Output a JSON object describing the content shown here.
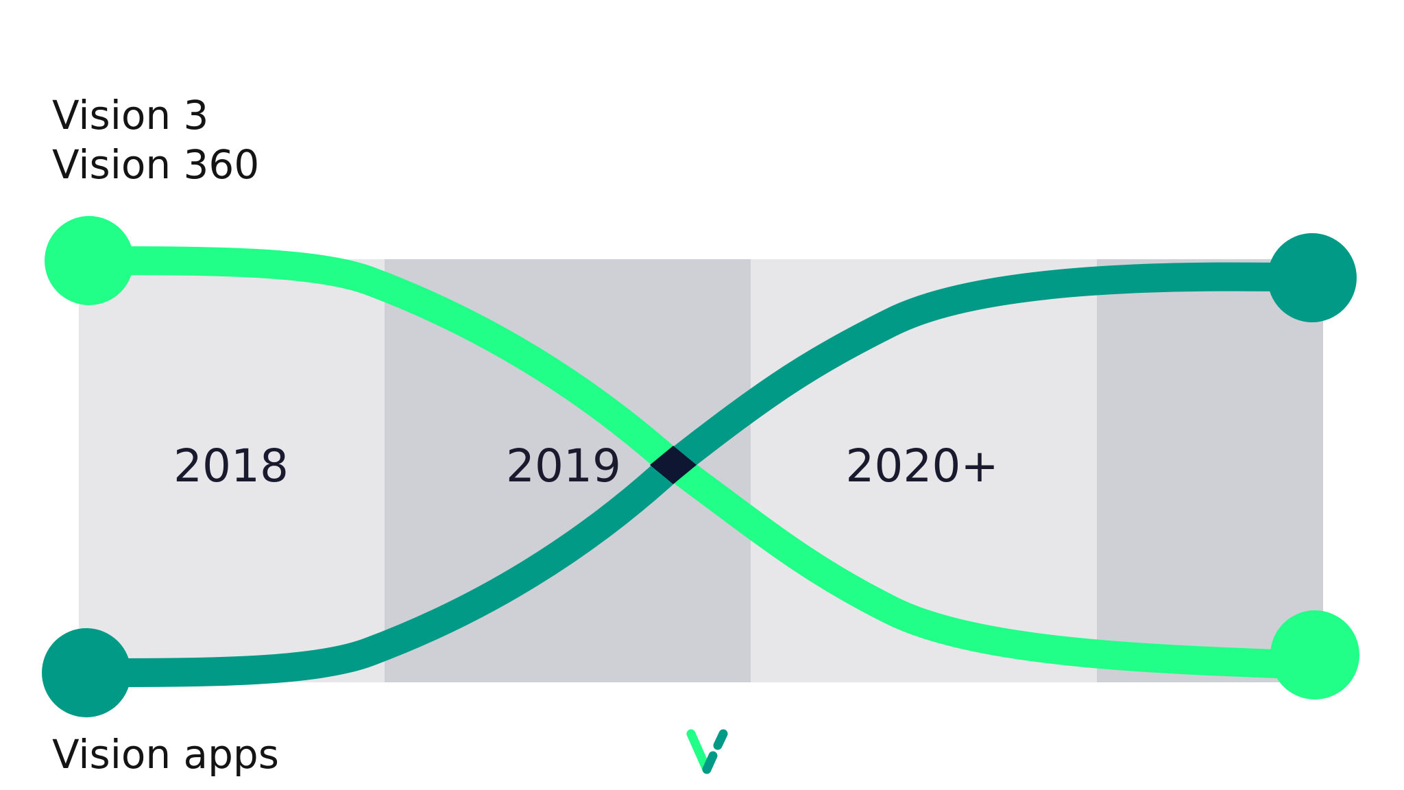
{
  "labels": {
    "top_line_1": "Vision 3",
    "top_line_2": "Vision 360",
    "bottom": "Vision apps"
  },
  "timeline": {
    "years": [
      "2018",
      "2019",
      "2020+"
    ]
  },
  "colors": {
    "band_light": "#e7e7ea",
    "band_dark": "#cfcfd6",
    "light_green": "#22ff88",
    "dark_teal": "#009a87",
    "crossing": "#0f1632",
    "text": "#141414"
  },
  "logo": {
    "icon": "v-logo-icon"
  }
}
